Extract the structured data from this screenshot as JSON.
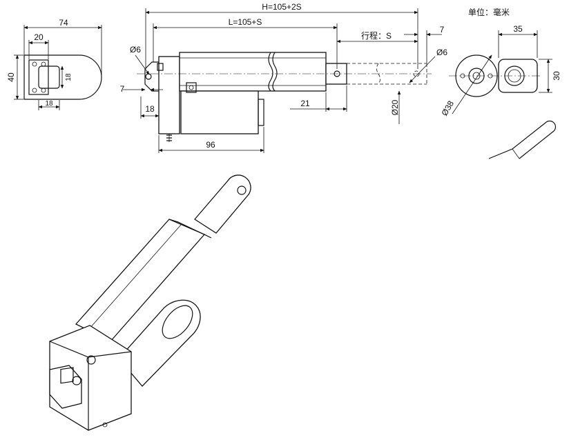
{
  "units_label": "单位：毫米",
  "stroke_label": "行程：S",
  "dims": {
    "d74": "74",
    "d20": "20",
    "d40": "40",
    "d18a": "18",
    "d18b": "18",
    "d6_left": "Ø6",
    "d7_left": "7",
    "d18_bottom": "18",
    "d96": "96",
    "dH": "H=105+2S",
    "dL": "L=105+S",
    "d7_right": "7",
    "d6_right": "Ø6",
    "d21": "21",
    "d20_dia": "Ø20",
    "d35": "35",
    "d30": "30",
    "d38": "Ø38"
  }
}
